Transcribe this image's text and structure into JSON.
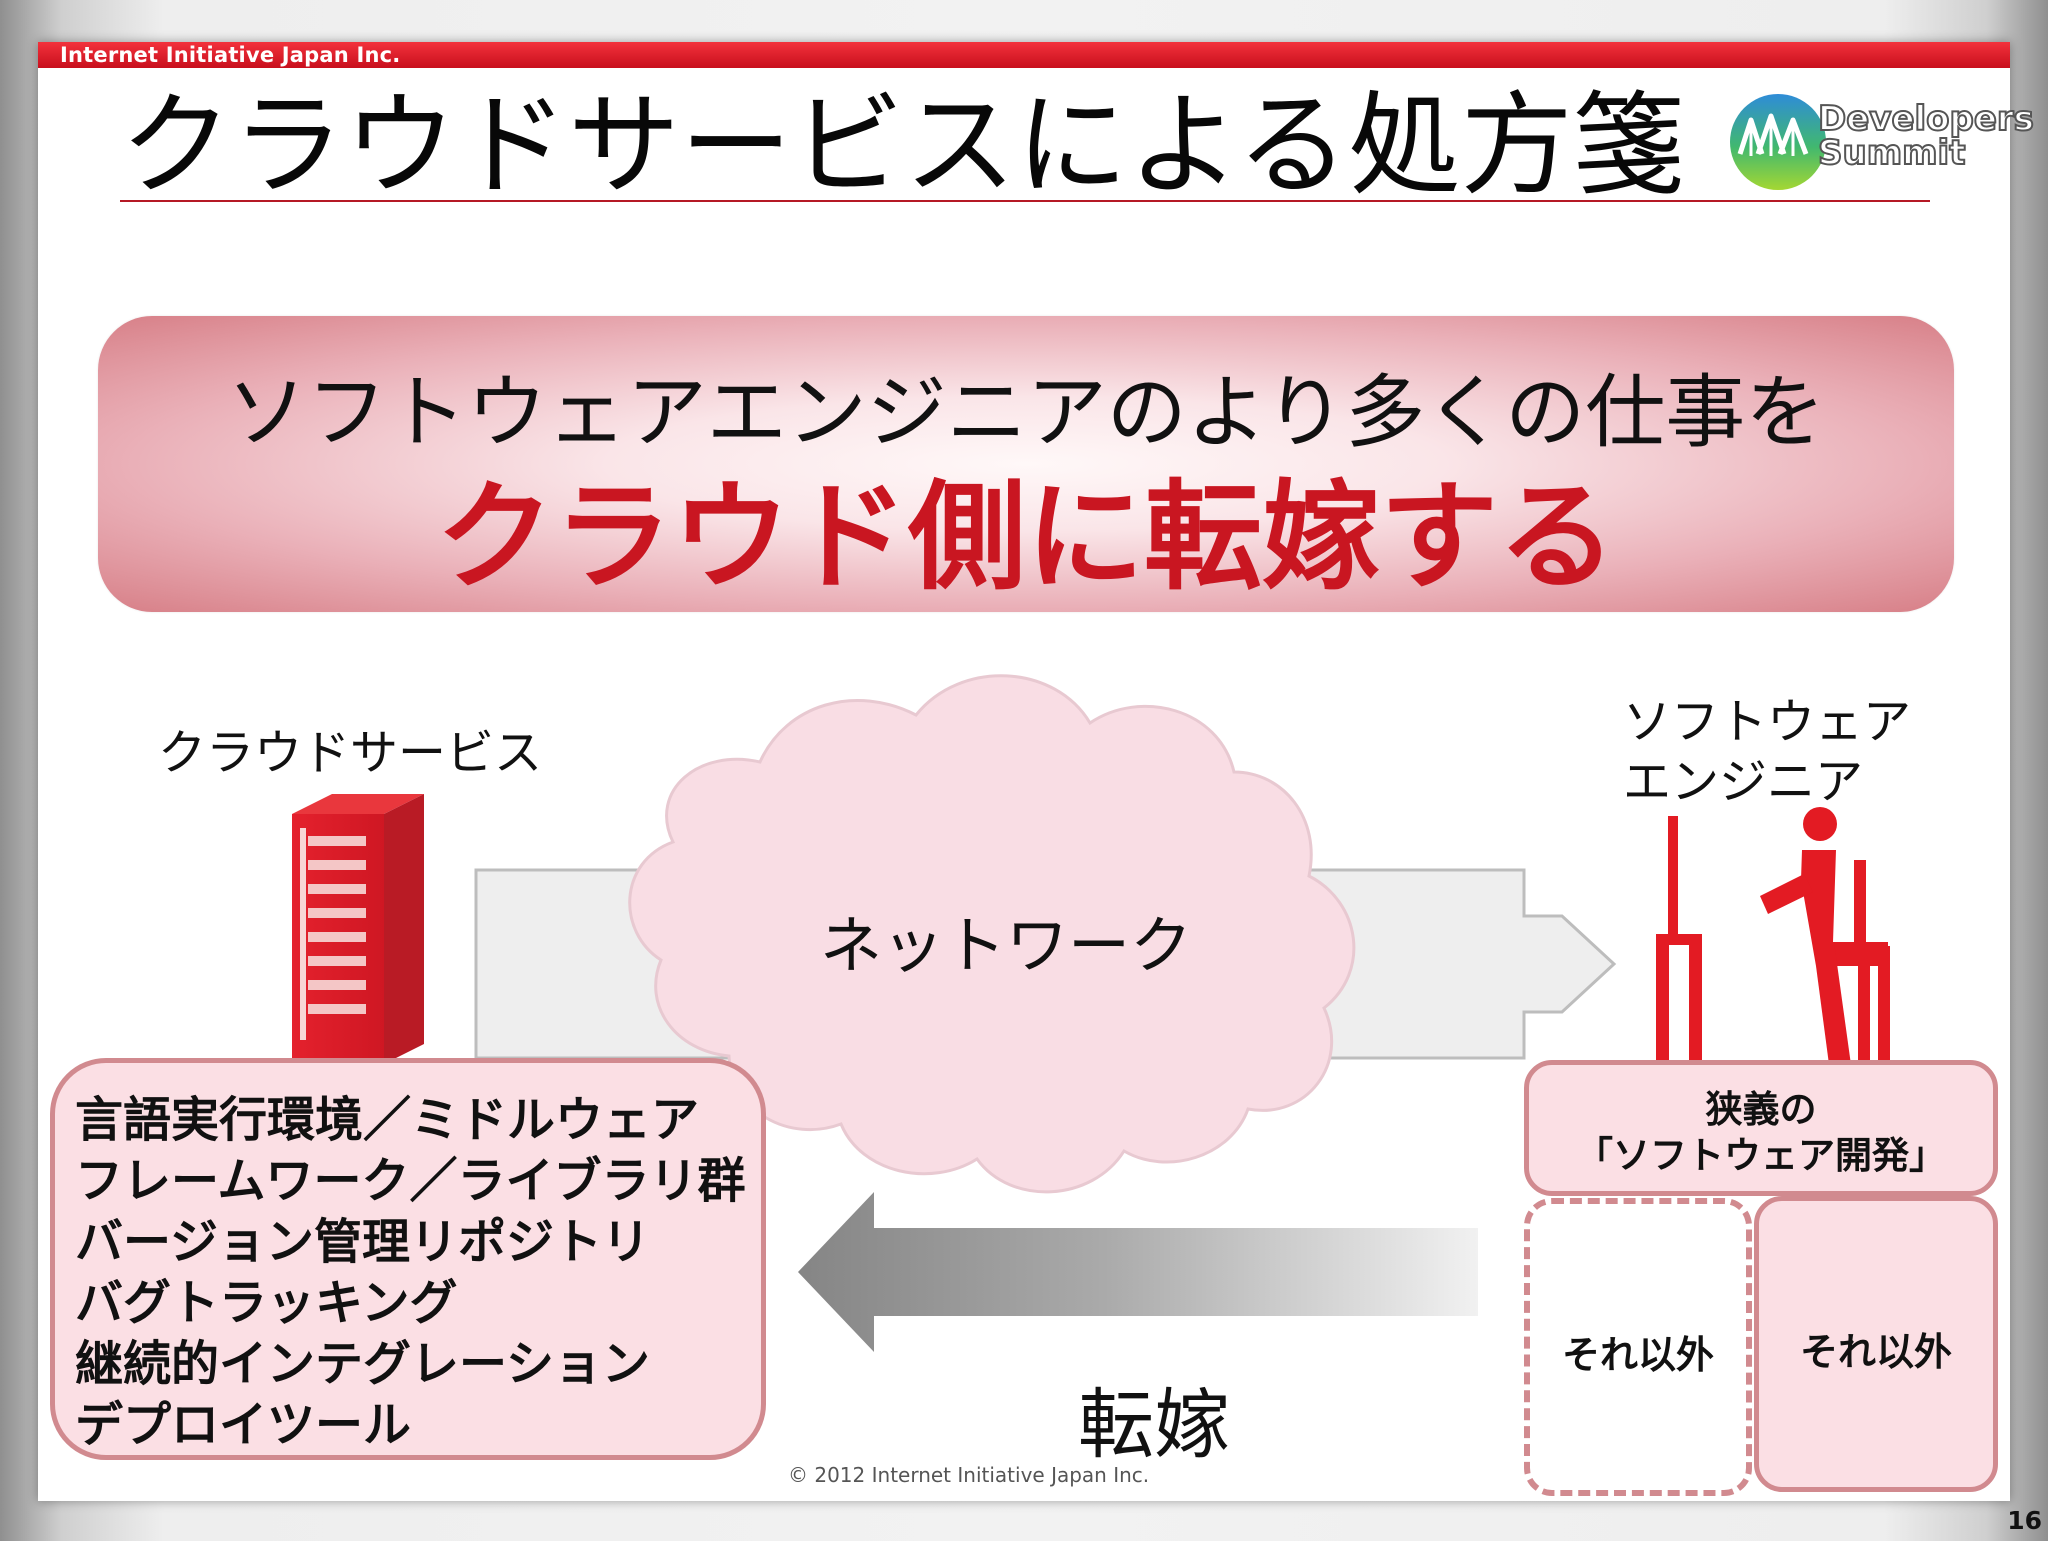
{
  "company": "Internet Initiative Japan Inc.",
  "title": "クラウドサービスによる処方箋",
  "logo": {
    "text": "Developers\nSummit"
  },
  "headline": {
    "line1": "ソフトウェアエンジニアのより多くの仕事を",
    "line2": "クラウド側に転嫁する"
  },
  "diagram": {
    "cloud_service_label": "クラウドサービス",
    "engineer_label": "ソフトウェア\nエンジニア",
    "network_label": "ネットワーク",
    "transfer_label": "転嫁",
    "services": [
      "言語実行環境／ミドルウェア",
      "フレームワーク／ライブラリ群",
      "バージョン管理リポジトリ",
      "バグトラッキング",
      "継続的インテグレーション",
      "デプロイツール"
    ],
    "narrow_dev_title": "狭義の",
    "narrow_dev_subtitle": "「ソフトウェア開発」",
    "other_left": "それ以外",
    "other_right": "それ以外"
  },
  "footer": "© 2012  Internet Initiative Japan Inc.",
  "page_number": "16",
  "colors": {
    "accent_red": "#c91621",
    "box_pink": "#fbdfe4",
    "box_border": "#d18a8f",
    "cloud_pink": "#f9dde4"
  }
}
